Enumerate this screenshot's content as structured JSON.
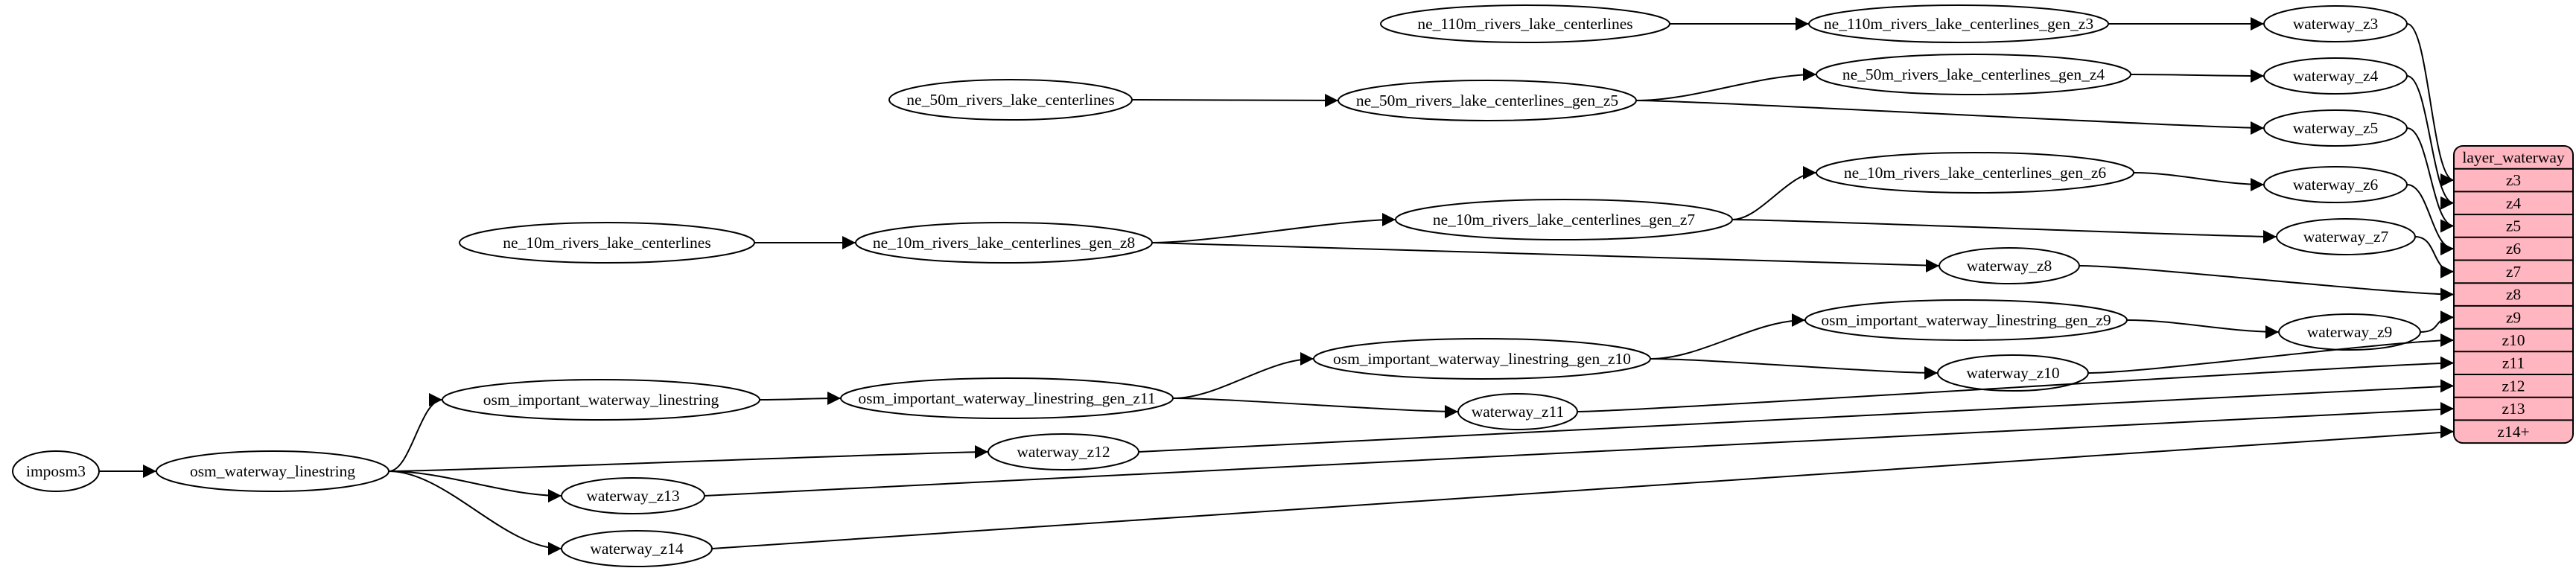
{
  "diagram": {
    "background_color": "#ffffff",
    "node_fill_color": "#ffffff",
    "node_stroke_color": "#000000",
    "edge_color": "#000000",
    "record": {
      "title": "layer_waterway",
      "rows": [
        "z3",
        "z4",
        "z5",
        "z6",
        "z7",
        "z8",
        "z9",
        "z10",
        "z11",
        "z12",
        "z13",
        "z14+"
      ],
      "fill": "#ffb6c1",
      "stroke": "#000000"
    },
    "nodes": [
      {
        "id": "imposm3",
        "label": "imposm3"
      },
      {
        "id": "osm_waterway_linestring",
        "label": "osm_waterway_linestring"
      },
      {
        "id": "osm_important_waterway_linestring",
        "label": "osm_important_waterway_linestring"
      },
      {
        "id": "osm_important_waterway_linestring_gen_z11",
        "label": "osm_important_waterway_linestring_gen_z11"
      },
      {
        "id": "osm_important_waterway_linestring_gen_z10",
        "label": "osm_important_waterway_linestring_gen_z10"
      },
      {
        "id": "osm_important_waterway_linestring_gen_z9",
        "label": "osm_important_waterway_linestring_gen_z9"
      },
      {
        "id": "ne_10m_rivers_lake_centerlines",
        "label": "ne_10m_rivers_lake_centerlines"
      },
      {
        "id": "ne_10m_rivers_lake_centerlines_gen_z8",
        "label": "ne_10m_rivers_lake_centerlines_gen_z8"
      },
      {
        "id": "ne_10m_rivers_lake_centerlines_gen_z7",
        "label": "ne_10m_rivers_lake_centerlines_gen_z7"
      },
      {
        "id": "ne_10m_rivers_lake_centerlines_gen_z6",
        "label": "ne_10m_rivers_lake_centerlines_gen_z6"
      },
      {
        "id": "ne_50m_rivers_lake_centerlines",
        "label": "ne_50m_rivers_lake_centerlines"
      },
      {
        "id": "ne_50m_rivers_lake_centerlines_gen_z5",
        "label": "ne_50m_rivers_lake_centerlines_gen_z5"
      },
      {
        "id": "ne_50m_rivers_lake_centerlines_gen_z4",
        "label": "ne_50m_rivers_lake_centerlines_gen_z4"
      },
      {
        "id": "ne_110m_rivers_lake_centerlines",
        "label": "ne_110m_rivers_lake_centerlines"
      },
      {
        "id": "ne_110m_rivers_lake_centerlines_gen_z3",
        "label": "ne_110m_rivers_lake_centerlines_gen_z3"
      },
      {
        "id": "waterway_z3",
        "label": "waterway_z3"
      },
      {
        "id": "waterway_z4",
        "label": "waterway_z4"
      },
      {
        "id": "waterway_z5",
        "label": "waterway_z5"
      },
      {
        "id": "waterway_z6",
        "label": "waterway_z6"
      },
      {
        "id": "waterway_z7",
        "label": "waterway_z7"
      },
      {
        "id": "waterway_z8",
        "label": "waterway_z8"
      },
      {
        "id": "waterway_z9",
        "label": "waterway_z9"
      },
      {
        "id": "waterway_z10",
        "label": "waterway_z10"
      },
      {
        "id": "waterway_z11",
        "label": "waterway_z11"
      },
      {
        "id": "waterway_z12",
        "label": "waterway_z12"
      },
      {
        "id": "waterway_z13",
        "label": "waterway_z13"
      },
      {
        "id": "waterway_z14",
        "label": "waterway_z14"
      }
    ],
    "edges": [
      {
        "from": "imposm3",
        "to": "osm_waterway_linestring"
      },
      {
        "from": "osm_waterway_linestring",
        "to": "osm_important_waterway_linestring"
      },
      {
        "from": "osm_waterway_linestring",
        "to": "waterway_z12"
      },
      {
        "from": "osm_waterway_linestring",
        "to": "waterway_z13"
      },
      {
        "from": "osm_waterway_linestring",
        "to": "waterway_z14"
      },
      {
        "from": "osm_important_waterway_linestring",
        "to": "osm_important_waterway_linestring_gen_z11"
      },
      {
        "from": "osm_important_waterway_linestring_gen_z11",
        "to": "osm_important_waterway_linestring_gen_z10"
      },
      {
        "from": "osm_important_waterway_linestring_gen_z11",
        "to": "waterway_z11"
      },
      {
        "from": "osm_important_waterway_linestring_gen_z10",
        "to": "osm_important_waterway_linestring_gen_z9"
      },
      {
        "from": "osm_important_waterway_linestring_gen_z10",
        "to": "waterway_z10"
      },
      {
        "from": "osm_important_waterway_linestring_gen_z9",
        "to": "waterway_z9"
      },
      {
        "from": "ne_10m_rivers_lake_centerlines",
        "to": "ne_10m_rivers_lake_centerlines_gen_z8"
      },
      {
        "from": "ne_10m_rivers_lake_centerlines_gen_z8",
        "to": "ne_10m_rivers_lake_centerlines_gen_z7"
      },
      {
        "from": "ne_10m_rivers_lake_centerlines_gen_z8",
        "to": "waterway_z8"
      },
      {
        "from": "ne_10m_rivers_lake_centerlines_gen_z7",
        "to": "ne_10m_rivers_lake_centerlines_gen_z6"
      },
      {
        "from": "ne_10m_rivers_lake_centerlines_gen_z7",
        "to": "waterway_z7"
      },
      {
        "from": "ne_10m_rivers_lake_centerlines_gen_z6",
        "to": "waterway_z6"
      },
      {
        "from": "ne_50m_rivers_lake_centerlines",
        "to": "ne_50m_rivers_lake_centerlines_gen_z5"
      },
      {
        "from": "ne_50m_rivers_lake_centerlines_gen_z5",
        "to": "ne_50m_rivers_lake_centerlines_gen_z4"
      },
      {
        "from": "ne_50m_rivers_lake_centerlines_gen_z5",
        "to": "waterway_z5"
      },
      {
        "from": "ne_50m_rivers_lake_centerlines_gen_z4",
        "to": "waterway_z4"
      },
      {
        "from": "ne_110m_rivers_lake_centerlines",
        "to": "ne_110m_rivers_lake_centerlines_gen_z3"
      },
      {
        "from": "ne_110m_rivers_lake_centerlines_gen_z3",
        "to": "waterway_z3"
      },
      {
        "from": "waterway_z3",
        "to": "layer_waterway",
        "row": "z3"
      },
      {
        "from": "waterway_z4",
        "to": "layer_waterway",
        "row": "z4"
      },
      {
        "from": "waterway_z5",
        "to": "layer_waterway",
        "row": "z5"
      },
      {
        "from": "waterway_z6",
        "to": "layer_waterway",
        "row": "z6"
      },
      {
        "from": "waterway_z7",
        "to": "layer_waterway",
        "row": "z7"
      },
      {
        "from": "waterway_z8",
        "to": "layer_waterway",
        "row": "z8"
      },
      {
        "from": "waterway_z9",
        "to": "layer_waterway",
        "row": "z9"
      },
      {
        "from": "waterway_z10",
        "to": "layer_waterway",
        "row": "z10"
      },
      {
        "from": "waterway_z11",
        "to": "layer_waterway",
        "row": "z11"
      },
      {
        "from": "waterway_z12",
        "to": "layer_waterway",
        "row": "z12"
      },
      {
        "from": "waterway_z13",
        "to": "layer_waterway",
        "row": "z13"
      },
      {
        "from": "waterway_z14",
        "to": "layer_waterway",
        "row": "z14+"
      }
    ]
  }
}
